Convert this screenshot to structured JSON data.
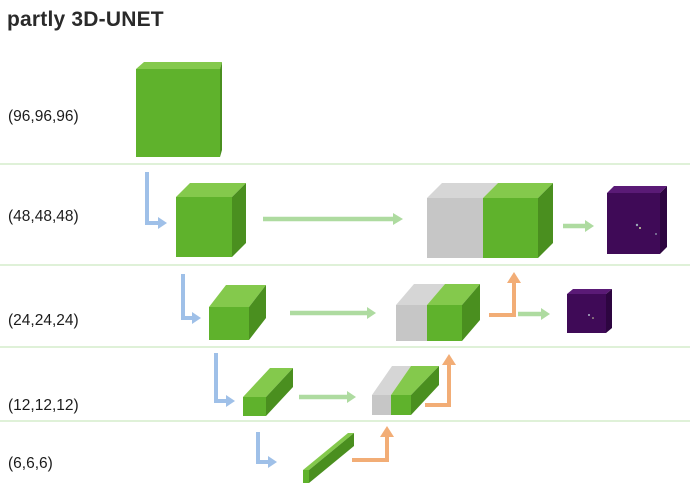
{
  "title": "partly 3D-UNET",
  "rows": [
    {
      "label": "(96,96,96)"
    },
    {
      "label": "(48,48,48)"
    },
    {
      "label": "(24,24,24)"
    },
    {
      "label": "(12,12,12)"
    },
    {
      "label": "(6,6,6)"
    }
  ],
  "colors": {
    "feature_front": "#5fb22c",
    "feature_top": "#84c94c",
    "feature_side": "#4a8f1f",
    "concat_front": "#c6c6c6",
    "concat_top": "#d6d6d6",
    "output_front": "#3f0a57",
    "output_top": "#5a1a76",
    "output_side": "#2d0540",
    "down_arrow": "#9fc0e8",
    "skip_arrow": "#aedba0",
    "up_arrow": "#f2ad76",
    "separator": "#bfe3b0"
  }
}
